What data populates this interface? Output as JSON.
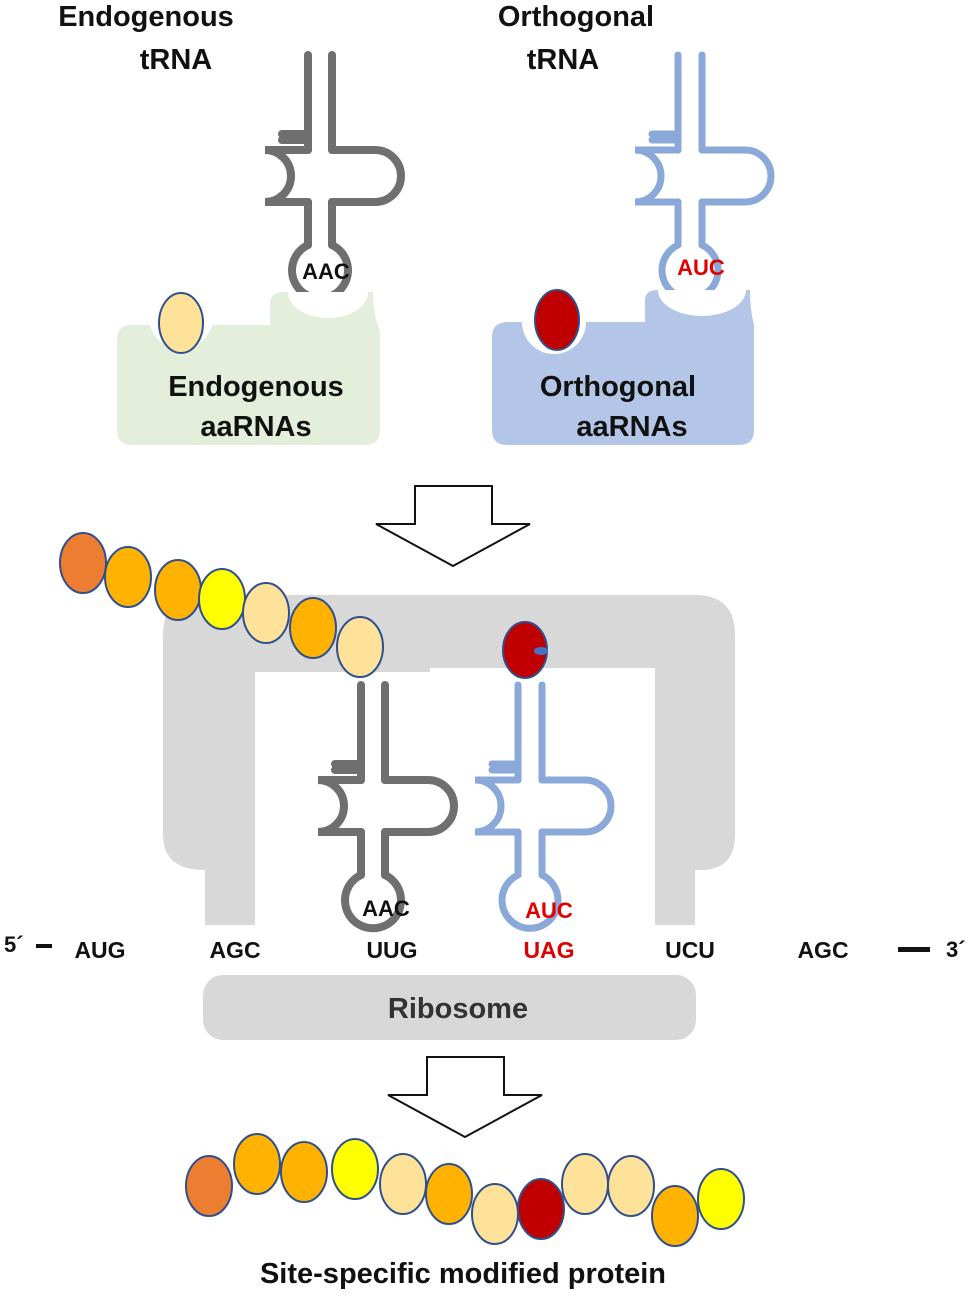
{
  "labels": {
    "endogenous_trna_line1": "Endogenous",
    "endogenous_trna_line2": "tRNA",
    "orthogonal_trna_line1": "Orthogonal",
    "orthogonal_trna_line2": "tRNA",
    "endogenous_aars_line1": "Endogenous",
    "endogenous_aars_line2": "aaRNAs",
    "orthogonal_aars_line1": "Orthogonal",
    "orthogonal_aars_line2": "aaRNAs",
    "anticodon_endogenous": "AAC",
    "anticodon_orthogonal": "AUC",
    "ribosome_anticodon_endogenous": "AAC",
    "ribosome_anticodon_orthogonal": "AUC",
    "ribosome": "Ribosome",
    "product": "Site-specific modified protein",
    "five_prime": "5´",
    "three_prime": "3´"
  },
  "mrna_codons": [
    "AUG",
    "AGC",
    "UUG",
    "UAG",
    "UCU",
    "AGC"
  ],
  "highlighted_codon_index": 3,
  "colors": {
    "endogenous_trna": "#6f6f6f",
    "orthogonal_trna": "#7f9fd0",
    "endogenous_enzyme": "#e3efdb",
    "orthogonal_enzyme": "#b4c6e7",
    "ribosome": "#d8d8d8",
    "highlight_text": "#e00000",
    "bead_outline": "#2f4f8f",
    "unnatural_amino_acid": "#c00000"
  },
  "chain_bead_colors": [
    "#ed7d31",
    "#ffb300",
    "#ffb300",
    "#ffff00",
    "#ffe299",
    "#ffb300",
    "#ffe299"
  ],
  "product_bead_colors": [
    "#ed7d31",
    "#ffb300",
    "#ffb300",
    "#ffff00",
    "#ffe299",
    "#ffb300",
    "#ffe299",
    "#c00000",
    "#ffe299",
    "#ffe299",
    "#ffb300",
    "#ffff00"
  ]
}
